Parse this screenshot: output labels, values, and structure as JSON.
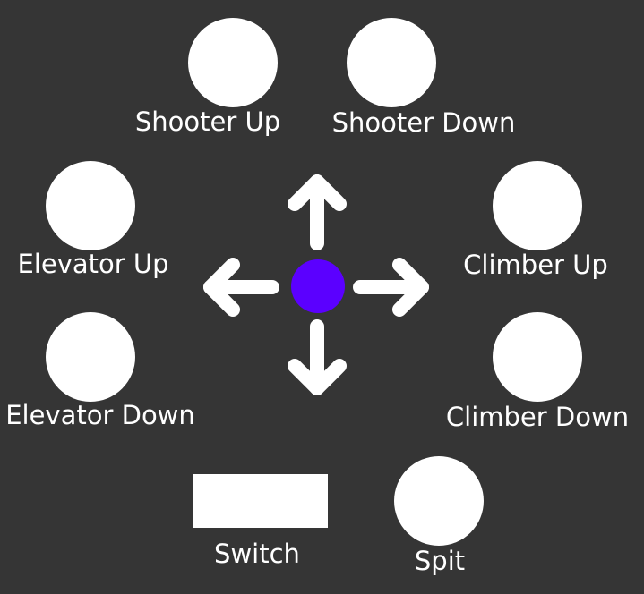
{
  "colors": {
    "background": "#353535",
    "button": "#ffffff",
    "label": "#ffffff",
    "joystick_knob": "#5b00ff"
  },
  "buttons": {
    "shooter_up": {
      "label": "Shooter Up",
      "shape": "circle"
    },
    "shooter_down": {
      "label": "Shooter Down",
      "shape": "circle"
    },
    "elevator_up": {
      "label": "Elevator Up",
      "shape": "circle"
    },
    "elevator_down": {
      "label": "Elevator Down",
      "shape": "circle"
    },
    "climber_up": {
      "label": "Climber Up",
      "shape": "circle"
    },
    "climber_down": {
      "label": "Climber Down",
      "shape": "circle"
    },
    "switch": {
      "label": "Switch",
      "shape": "rectangle"
    },
    "spit": {
      "label": "Spit",
      "shape": "circle"
    }
  },
  "joystick": {
    "icons": [
      "arrow-up-icon",
      "arrow-down-icon",
      "arrow-left-icon",
      "arrow-right-icon"
    ]
  }
}
